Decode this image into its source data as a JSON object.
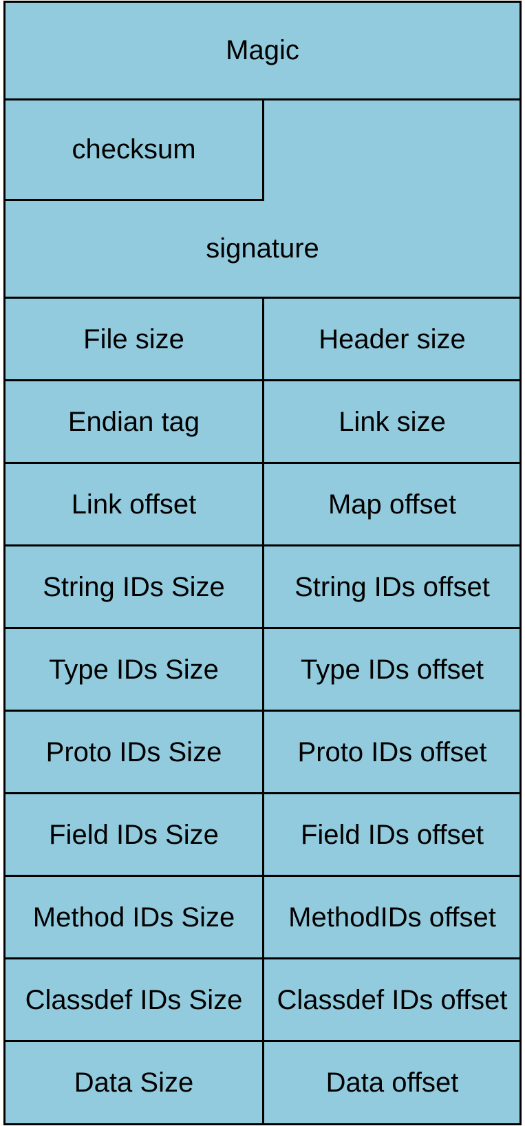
{
  "header": {
    "magic": "Magic",
    "checksum": "checksum",
    "signature": "signature"
  },
  "rows": [
    {
      "left": "File size",
      "right": "Header size"
    },
    {
      "left": "Endian tag",
      "right": "Link size"
    },
    {
      "left": "Link offset",
      "right": "Map offset"
    },
    {
      "left": "String IDs Size",
      "right": "String IDs offset"
    },
    {
      "left": "Type IDs Size",
      "right": "Type IDs offset"
    },
    {
      "left": "Proto IDs Size",
      "right": "Proto IDs offset"
    },
    {
      "left": "Field IDs Size",
      "right": "Field IDs offset"
    },
    {
      "left": "Method IDs Size",
      "right": "MethodIDs offset"
    },
    {
      "left": "Classdef IDs Size",
      "right": "Classdef IDs offset"
    },
    {
      "left": "Data Size",
      "right": "Data offset"
    }
  ],
  "colors": {
    "fill": "#92cbdd",
    "border": "#000000"
  }
}
